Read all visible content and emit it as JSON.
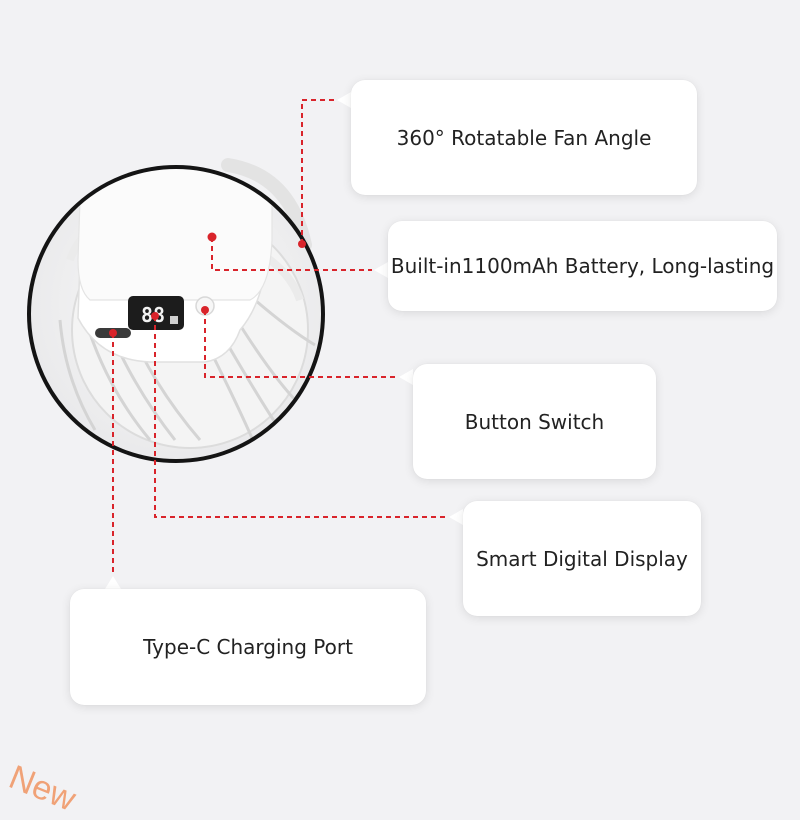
{
  "callouts": {
    "rotate": "360° Rotatable Fan Angle",
    "battery": "Built-in1100mAh Battery, Long-lasting",
    "button": "Button Switch",
    "display": "Smart Digital Display",
    "typec": "Type-C Charging Port"
  },
  "display_readout": "88",
  "watermark": "New",
  "colors": {
    "leader_line": "#d9242b",
    "card_bg": "#ffffff",
    "background": "#f2f2f4",
    "lens_ring": "#141414"
  }
}
